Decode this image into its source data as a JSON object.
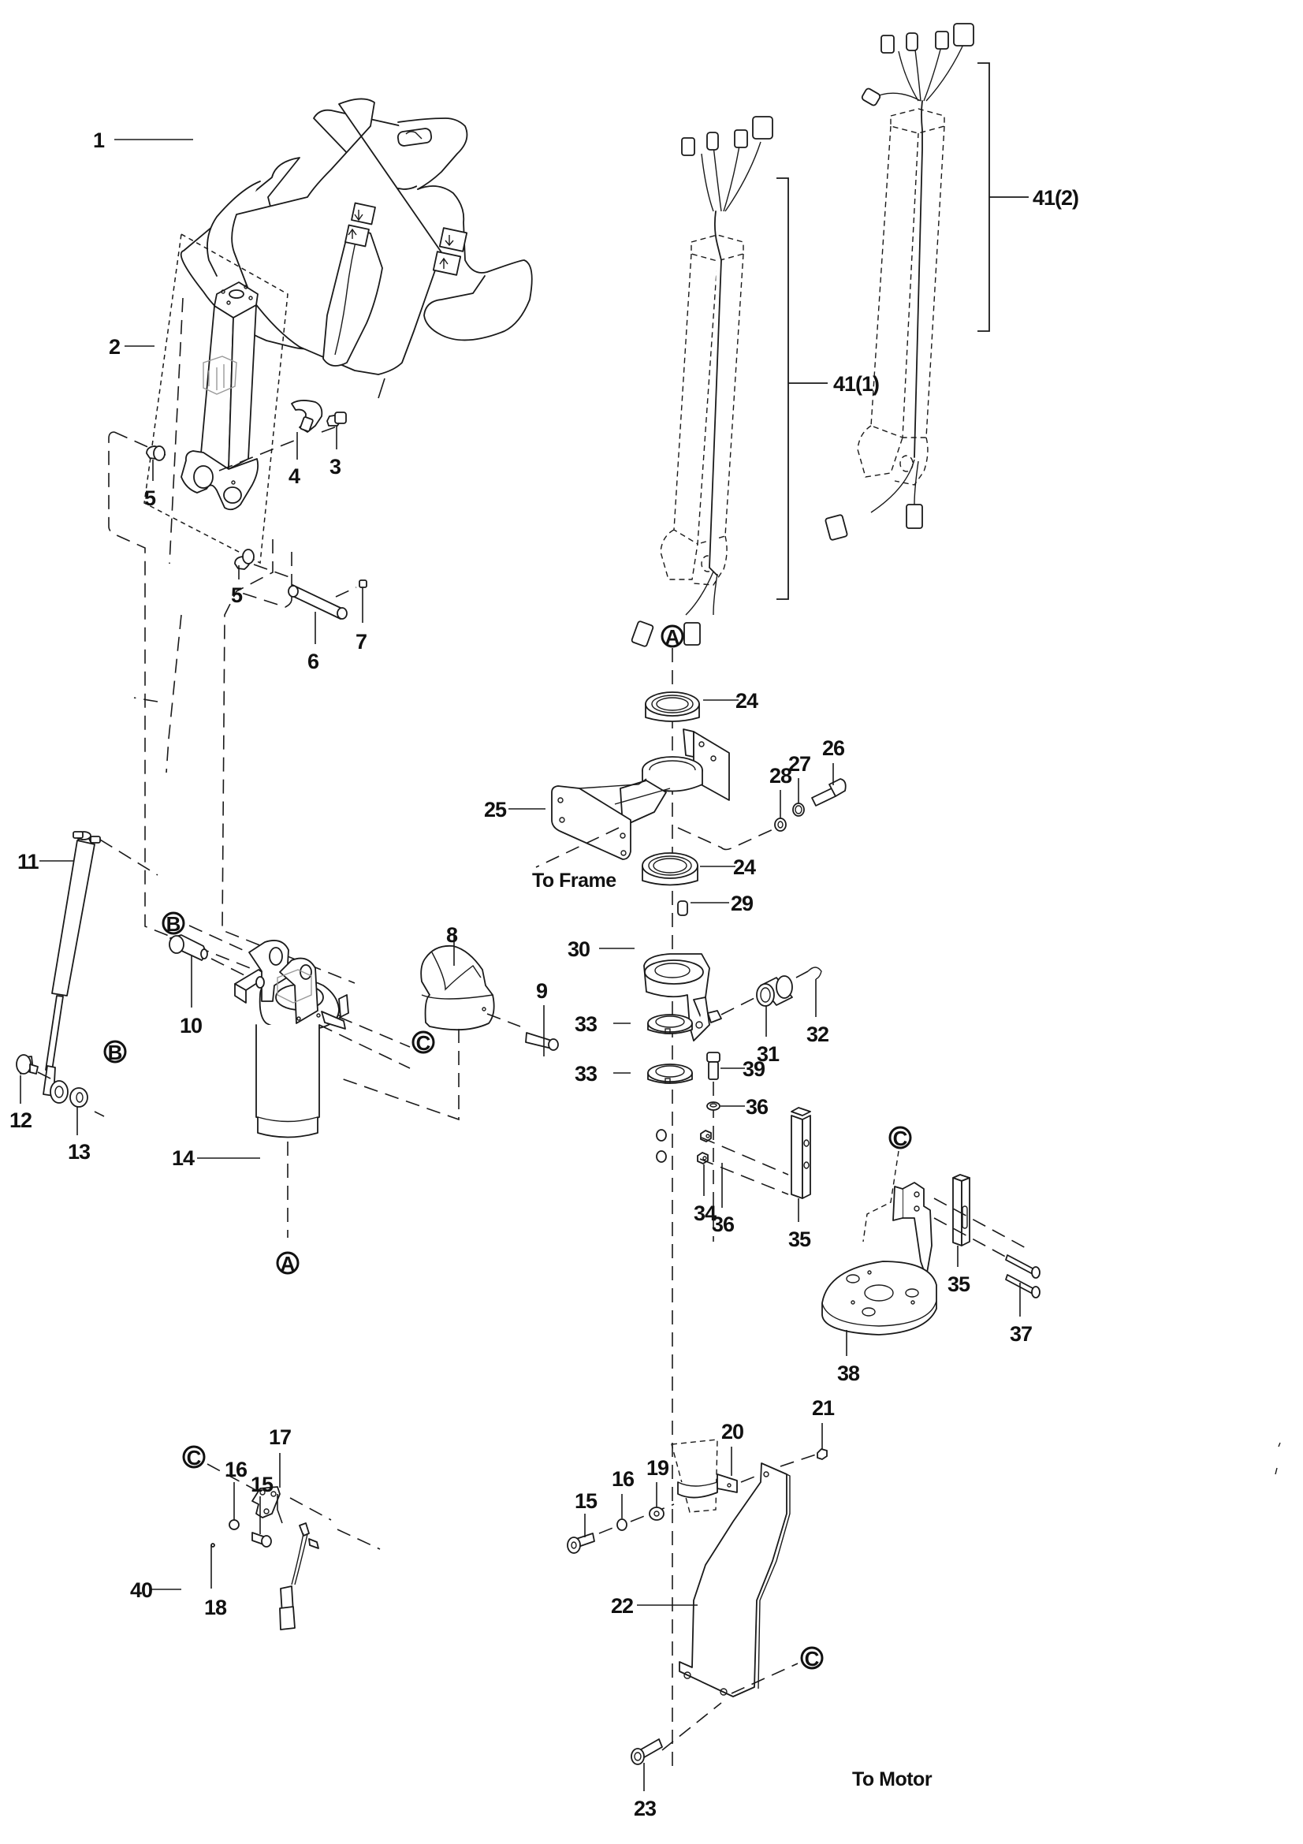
{
  "diagram": {
    "type": "exploded-parts-view",
    "subject": "Tiller head, tiller arm and steering assembly"
  },
  "part_labels": {
    "p1": "1",
    "p2": "2",
    "p3": "3",
    "p4": "4",
    "p5a": "5",
    "p5b": "5",
    "p6": "6",
    "p7": "7",
    "p8": "8",
    "p9": "9",
    "p10": "10",
    "p11": "11",
    "p12": "12",
    "p13": "13",
    "p14": "14",
    "p15a": "15",
    "p15b": "15",
    "p16a": "16",
    "p16b": "16",
    "p17": "17",
    "p18": "18",
    "p19": "19",
    "p20": "20",
    "p21": "21",
    "p22": "22",
    "p23": "23",
    "p24a": "24",
    "p24b": "24",
    "p25": "25",
    "p26": "26",
    "p27": "27",
    "p28": "28",
    "p29": "29",
    "p30": "30",
    "p31": "31",
    "p32": "32",
    "p33a": "33",
    "p33b": "33",
    "p34": "34",
    "p35a": "35",
    "p35b": "35",
    "p36a": "36",
    "p36b": "36",
    "p37": "37",
    "p38": "38",
    "p39": "39",
    "p40": "40",
    "p41_1": "41(1)",
    "p41_2": "41(2)"
  },
  "references": {
    "a_top": "A",
    "a_bottom": "A",
    "b_upper": "B",
    "b_lower": "B",
    "c_column": "C",
    "c_switch": "C",
    "c_bracket": "C",
    "c_plate": "C"
  },
  "notes": {
    "to_frame": "To Frame",
    "to_motor": "To Motor"
  }
}
